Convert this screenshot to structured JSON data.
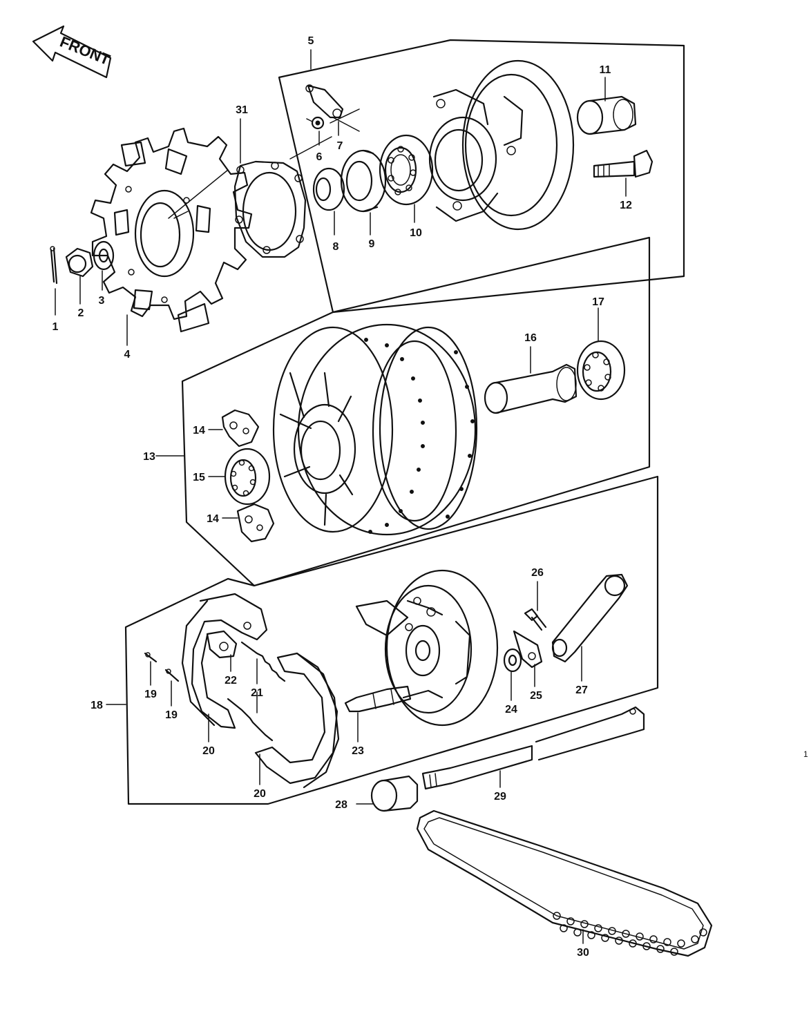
{
  "front_arrow": {
    "label": "FRONT"
  },
  "labels": {
    "p1": "1",
    "p2": "2",
    "p3": "3",
    "p4": "4",
    "p5": "5",
    "p6": "6",
    "p7": "7",
    "p8": "8",
    "p9": "9",
    "p10": "10",
    "p11": "11",
    "p12": "12",
    "p13": "13",
    "p14a": "14",
    "p14b": "14",
    "p15": "15",
    "p16": "16",
    "p17": "17",
    "p18": "18",
    "p19a": "19",
    "p19b": "19",
    "p20a": "20",
    "p20b": "20",
    "p21": "21",
    "p22": "22",
    "p23": "23",
    "p24": "24",
    "p25": "25",
    "p26": "26",
    "p27": "27",
    "p28": "28",
    "p29": "29",
    "p30": "30",
    "p31": "31"
  },
  "stray_mark": "1"
}
